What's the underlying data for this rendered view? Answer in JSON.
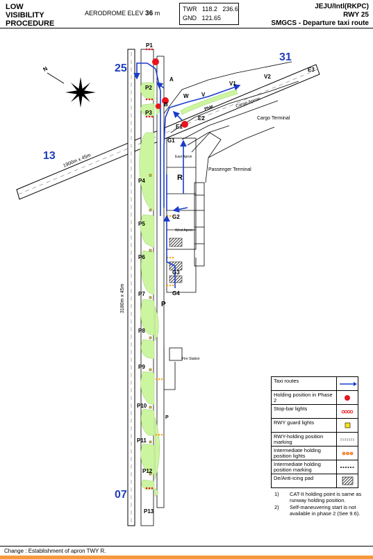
{
  "header": {
    "left_lines": [
      "LOW",
      "VISIBILITY",
      "PROCEDURE"
    ],
    "elev_label": "AERODROME ELEV",
    "elev_value": "36",
    "elev_unit": "m",
    "freq": {
      "twr_label": "TWR",
      "twr_values": "118.2   236.6",
      "gnd_label": "GND",
      "gnd_values": "121.65"
    },
    "airport": "JEJU/Intl(RKPC)",
    "runway": "RWY 25",
    "subtitle": "SMGCS - Departure taxi route"
  },
  "map": {
    "runway_designators": {
      "rwy25": "25",
      "rwy31": "31",
      "rwy13": "13",
      "rwy07": "07"
    },
    "runway_dims": {
      "main": "3180m x 45m",
      "cross": "1900m x 45m"
    },
    "holding_points": [
      "P1",
      "P2",
      "P3",
      "P4",
      "P5",
      "P6",
      "P7",
      "P8",
      "P9",
      "P10",
      "P11",
      "P12",
      "P13"
    ],
    "taxiways": {
      "A": "A",
      "B": "B",
      "W": "W",
      "V": "V",
      "V1": "V1",
      "V2": "V2",
      "E1": "E1",
      "E2": "E2",
      "E3": "E3",
      "G1": "G1",
      "G2": "G2",
      "G3": "G3",
      "G4": "G4",
      "R": "R",
      "P": "P",
      "P_small": "P"
    },
    "areas": {
      "cargo_apron": "Cargo Apron",
      "cargo_terminal": "Cargo Terminal",
      "passenger_terminal": "Passenger Terminal",
      "east_apron": "East Apron",
      "west_apron": "West Apron",
      "fire_station": "Fire Station",
      "phm": "PhM"
    }
  },
  "legend": [
    {
      "label": "Taxi routes",
      "symbol": "taxi-route"
    },
    {
      "label": "Holding position in Phase 2",
      "symbol": "holding-dot"
    },
    {
      "label": "Stop-bar lights",
      "symbol": "stop-bar"
    },
    {
      "label": "RWY guard lights",
      "symbol": "guard-light"
    },
    {
      "label": "RWY-holding position marking",
      "symbol": "rwy-holding-marking"
    },
    {
      "label": "Intermediate holding position lights",
      "symbol": "intermediate-lights"
    },
    {
      "label": "Intermediate holding position marking",
      "symbol": "intermediate-marking"
    },
    {
      "label": "De/Anti-icing pad",
      "symbol": "deicing-pad"
    }
  ],
  "notes": [
    {
      "num": "1)",
      "text": "CAT-II holding point is same as runway holding position."
    },
    {
      "num": "2)",
      "text": "Self-maneuvering start is not available in phase 2 (See 9.6)."
    }
  ],
  "footer": {
    "change": "Change : Establishment of apron TWY R."
  },
  "colors": {
    "taxi_route": "#1a3ccc",
    "holding": "#e8141e",
    "grass": "#ccf5a0",
    "runway_designator": "#1e3dbd",
    "footer_bar": "#f59a3c"
  }
}
